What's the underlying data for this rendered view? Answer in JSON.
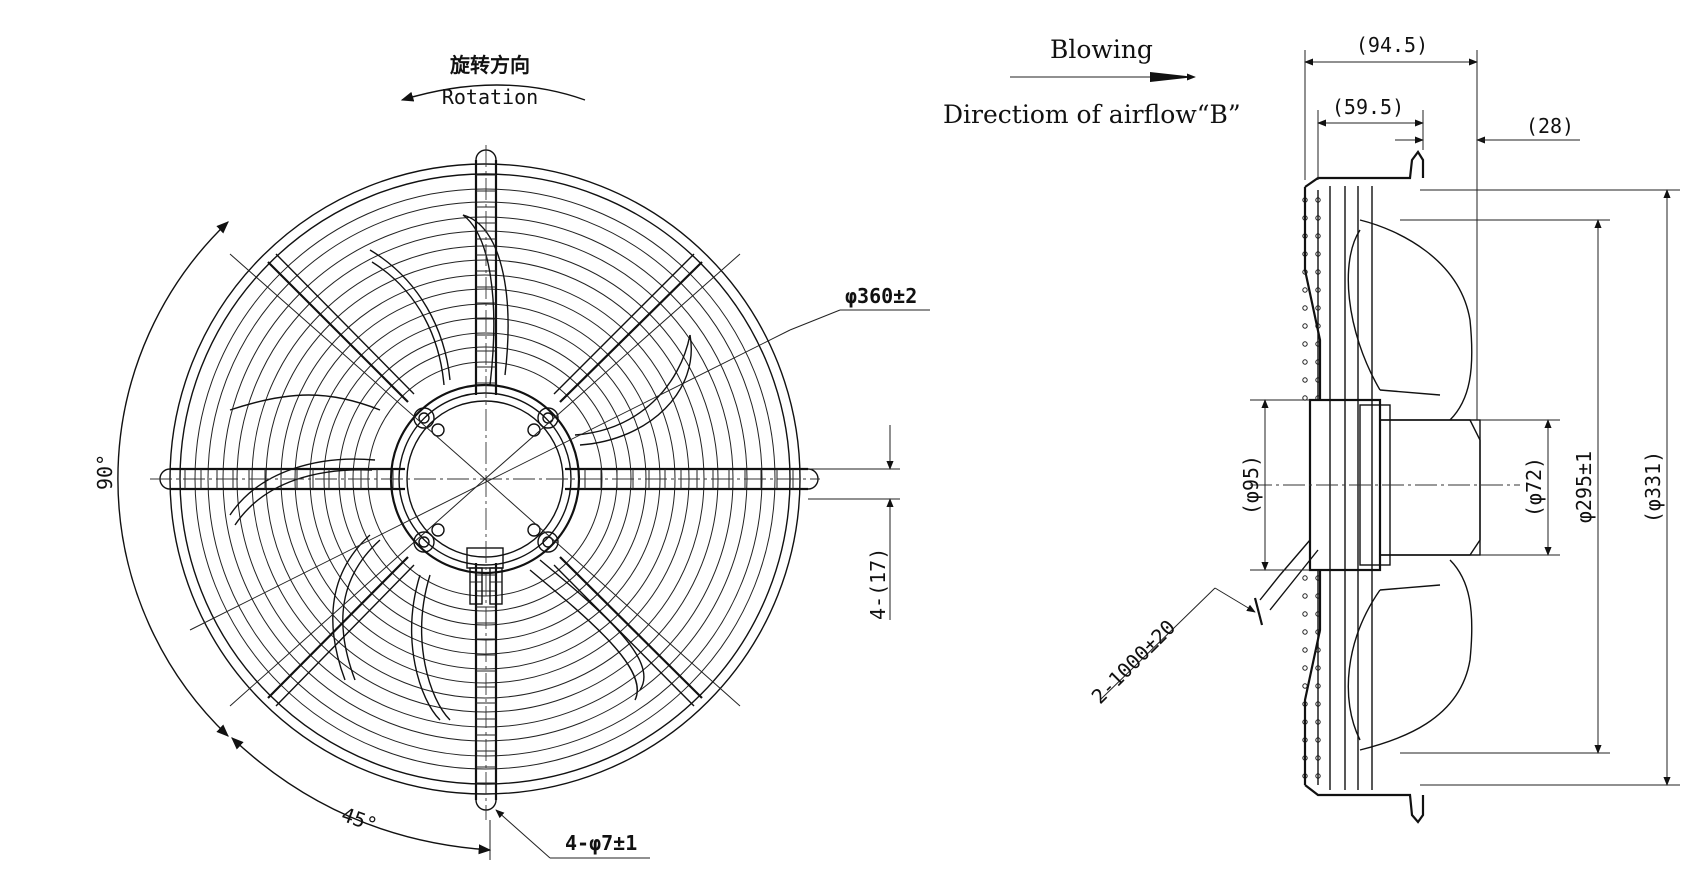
{
  "rotation": {
    "label_cn": "旋转方向",
    "label_en": "Rotation"
  },
  "airflow": {
    "blowing": "Blowing",
    "direction": "Directiom of airflow“B”"
  },
  "front_view": {
    "guard_diameter": "φ360±2",
    "mount_holes": "4-φ7±1",
    "slot_width": "4-(17)",
    "angle_large": "90°",
    "angle_small": "45°"
  },
  "side_view": {
    "overall_depth": "(94.5)",
    "blade_depth": "(59.5)",
    "flange_offset": "(28)",
    "hub_diameter": "(φ95)",
    "motor_diameter": "(φ72)",
    "blade_diameter": "φ295±1",
    "ring_diameter": "(φ331)",
    "cable": "2-1000±20"
  }
}
